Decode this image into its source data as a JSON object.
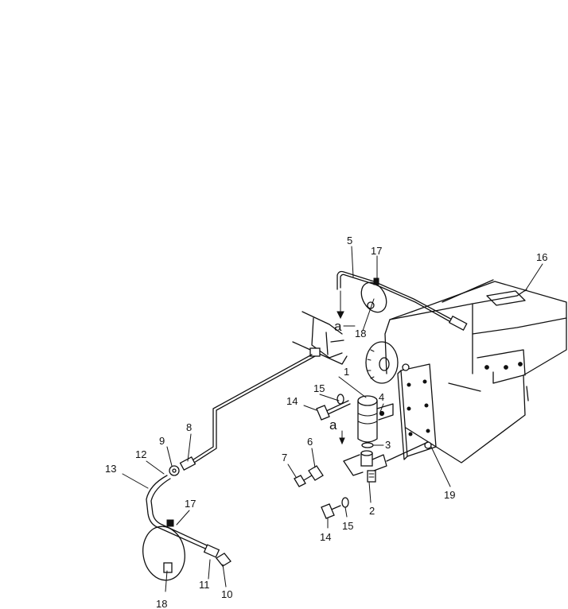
{
  "callouts": {
    "c1": "1",
    "c2": "2",
    "c3": "3",
    "c4": "4",
    "c5": "5",
    "c6": "6",
    "c7": "7",
    "c8": "8",
    "c9": "9",
    "c10": "10",
    "c11": "11",
    "c12": "12",
    "c13": "13",
    "c14a": "14",
    "c14b": "14",
    "c15a": "15",
    "c15b": "15",
    "c16": "16",
    "c17a": "17",
    "c17b": "17",
    "c18a": "18",
    "c18b": "18",
    "c19": "19"
  },
  "refs": {
    "a_top": "a",
    "a_mid": "a"
  }
}
